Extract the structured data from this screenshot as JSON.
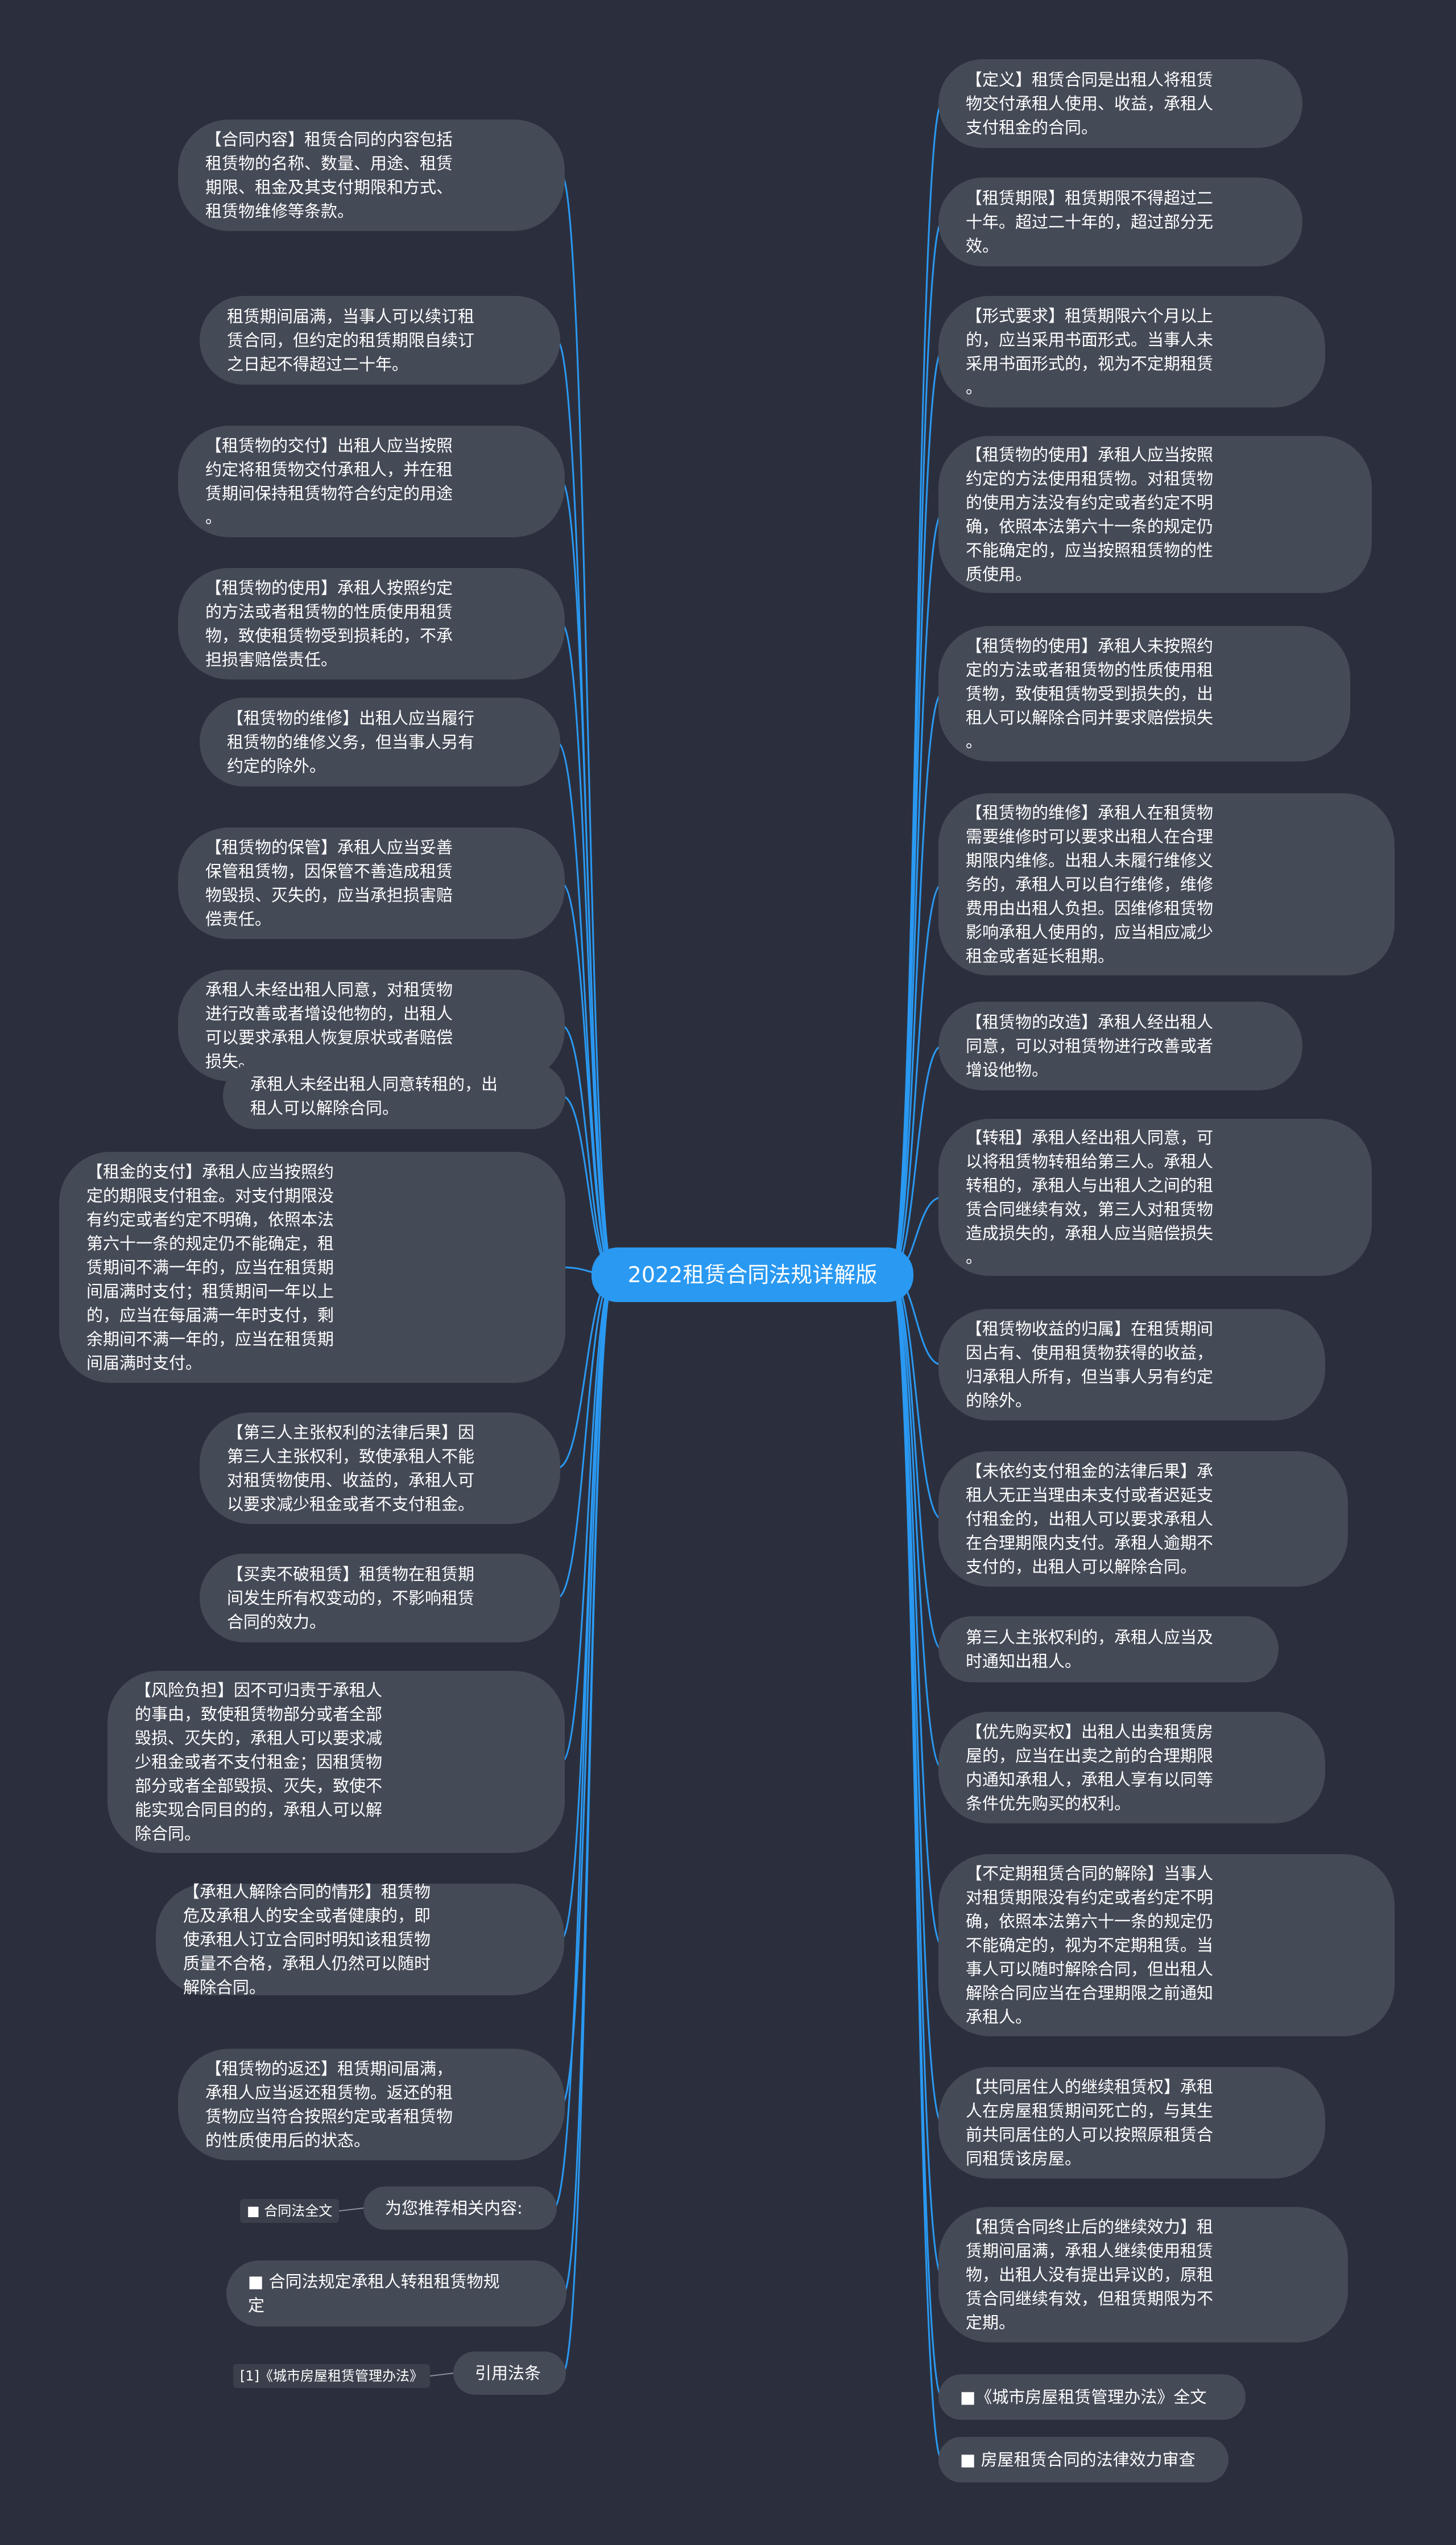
{
  "center": "2022租赁合同法规详解版",
  "left_nodes": [
    "【合同内容】租赁合同的内容包括\n租赁物的名称、数量、用途、租赁\n期限、租金及其支付期限和方式、\n租赁物维修等条款。",
    "租赁期间届满，当事人可以续订租\n赁合同，但约定的租赁期限自续订\n之日起不得超过二十年。",
    "【租赁物的交付】出租人应当按照\n约定将租赁物交付承租人，并在租\n赁期间保持租赁物符合约定的用途\n。",
    "【租赁物的使用】承租人按照约定\n的方法或者租赁物的性质使用租赁\n物，致使租赁物受到损耗的，不承\n担损害赔偿责任。",
    "【租赁物的维修】出租人应当履行\n租赁物的维修义务，但当事人另有\n约定的除外。",
    "【租赁物的保管】承租人应当妥善\n保管租赁物，因保管不善造成租赁\n物毁损、灭失的，应当承担损害赔\n偿责任。",
    "承租人未经出租人同意，对租赁物\n进行改善或者增设他物的，出租人\n可以要求承租人恢复原状或者赔偿\n损失。",
    "承租人未经出租人同意转租的，出\n租人可以解除合同。",
    "【租金的支付】承租人应当按照约\n定的期限支付租金。对支付期限没\n有约定或者约定不明确，依照本法\n第六十一条的规定仍不能确定，租\n赁期间不满一年的，应当在租赁期\n间届满时支付；租赁期间一年以上\n的，应当在每届满一年时支付，剩\n余期间不满一年的，应当在租赁期\n间届满时支付。",
    "【第三人主张权利的法律后果】因\n第三人主张权利，致使承租人不能\n对租赁物使用、收益的，承租人可\n以要求减少租金或者不支付租金。",
    "【买卖不破租赁】租赁物在租赁期\n间发生所有权变动的，不影响租赁\n合同的效力。",
    "【风险负担】因不可归责于承租人\n的事由，致使租赁物部分或者全部\n毁损、灭失的，承租人可以要求减\n少租金或者不支付租金；因租赁物\n部分或者全部毁损、灭失，致使不\n能实现合同目的的，承租人可以解\n除合同。",
    "【承租人解除合同的情形】租赁物\n危及承租人的安全或者健康的，即\n使承租人订立合同时明知该租赁物\n质量不合格，承租人仍然可以随时\n解除合同。",
    "【租赁物的返还】租赁期间届满，\n承租人应当返还租赁物。返还的租\n赁物应当符合按照约定或者租赁物\n的性质使用后的状态。",
    "为您推荐相关内容:",
    "■ 合同法规定承租人转租租赁物规\n定",
    "引用法条"
  ],
  "tags": [
    "■ 合同法全文",
    "[1]《城市房屋租赁管理办法》"
  ],
  "right_nodes": [
    "【定义】租赁合同是出租人将租赁\n物交付承租人使用、收益，承租人\n支付租金的合同。",
    "【租赁期限】租赁期限不得超过二\n十年。超过二十年的，超过部分无\n效。",
    "【形式要求】租赁期限六个月以上\n的，应当采用书面形式。当事人未\n采用书面形式的，视为不定期租赁\n。",
    "【租赁物的使用】承租人应当按照\n约定的方法使用租赁物。对租赁物\n的使用方法没有约定或者约定不明\n确，依照本法第六十一条的规定仍\n不能确定的，应当按照租赁物的性\n质使用。",
    "【租赁物的使用】承租人未按照约\n定的方法或者租赁物的性质使用租\n赁物，致使租赁物受到损失的，出\n租人可以解除合同并要求赔偿损失\n。",
    "【租赁物的维修】承租人在租赁物\n需要维修时可以要求出租人在合理\n期限内维修。出租人未履行维修义\n务的，承租人可以自行维修，维修\n费用由出租人负担。因维修租赁物\n影响承租人使用的，应当相应减少\n租金或者延长租期。",
    "【租赁物的改造】承租人经出租人\n同意，可以对租赁物进行改善或者\n增设他物。",
    "【转租】承租人经出租人同意，可\n以将租赁物转租给第三人。承租人\n转租的，承租人与出租人之间的租\n赁合同继续有效，第三人对租赁物\n造成损失的，承租人应当赔偿损失\n。",
    "【租赁物收益的归属】在租赁期间\n因占有、使用租赁物获得的收益，\n归承租人所有，但当事人另有约定\n的除外。",
    "【未依约支付租金的法律后果】承\n租人无正当理由未支付或者迟延支\n付租金的，出租人可以要求承租人\n在合理期限内支付。承租人逾期不\n支付的，出租人可以解除合同。",
    "第三人主张权利的，承租人应当及\n时通知出租人。",
    "【优先购买权】出租人出卖租赁房\n屋的，应当在出卖之前的合理期限\n内通知承租人，承租人享有以同等\n条件优先购买的权利。",
    "【不定期租赁合同的解除】当事人\n对租赁期限没有约定或者约定不明\n确，依照本法第六十一条的规定仍\n不能确定的，视为不定期租赁。当\n事人可以随时解除合同，但出租人\n解除合同应当在合理期限之前通知\n承租人。",
    "【共同居住人的继续租赁权】承租\n人在房屋租赁期间死亡的，与其生\n前共同居住的人可以按照原租赁合\n同租赁该房屋。",
    "【租赁合同终止后的继续效力】租\n赁期间届满，承租人继续使用租赁\n物，出租人没有提出异议的，原租\n赁合同继续有效，但租赁期限为不\n定期。",
    "■《城市房屋租赁管理办法》全文",
    "■ 房屋租赁合同的法律效力审查"
  ],
  "colors": {
    "background": "#2b2f3d",
    "node": "#454a57",
    "center": "#2a99f2",
    "edge": "#2a99f2",
    "text": "#ffffff"
  }
}
